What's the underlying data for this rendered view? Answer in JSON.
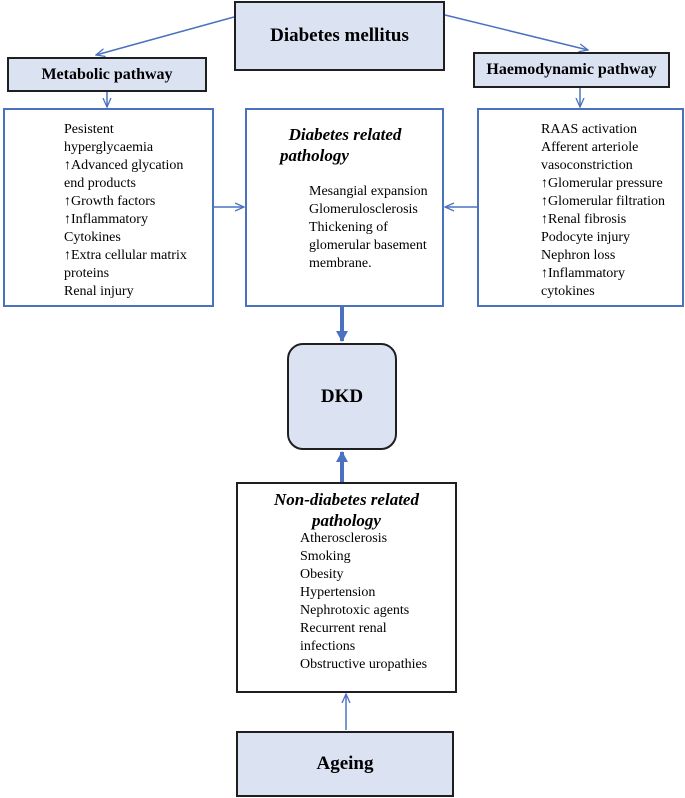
{
  "title_box": "Diabetes mellitus",
  "metabolic": {
    "title": "Metabolic pathway",
    "items": [
      "Pesistent",
      "hyperglycaemia",
      "↑Advanced glycation",
      "end products",
      "↑Growth factors",
      "↑Inflammatory",
      "Cytokines",
      "↑Extra cellular matrix",
      "proteins",
      "Renal injury"
    ]
  },
  "haemodynamic": {
    "title": "Haemodynamic pathway",
    "items": [
      "RAAS activation",
      "Afferent arteriole",
      "vasoconstriction",
      "↑Glomerular pressure",
      "↑Glomerular filtration",
      "↑Renal fibrosis",
      "Podocyte injury",
      "Nephron loss",
      "↑Inflammatory",
      "cytokines"
    ]
  },
  "diabetes_related": {
    "heading_line1": "Diabetes related",
    "heading_line2": "pathology",
    "items": [
      "Mesangial expansion",
      "Glomerulosclerosis",
      "Thickening of",
      "glomerular basement",
      "membrane."
    ]
  },
  "dkd": "DKD",
  "non_diabetes_related": {
    "heading_line1": "Non-diabetes related",
    "heading_line2": "pathology",
    "items": [
      "Atherosclerosis",
      "Smoking",
      "Obesity",
      "Hypertension",
      "Nephrotoxic agents",
      "Recurrent renal",
      "infections",
      "Obstructive uropathies"
    ]
  },
  "ageing": "Ageing",
  "colors": {
    "box_fill": "#dbe3f3",
    "arrow": "#4a72c0",
    "border_dark": "#1f1f1f"
  }
}
